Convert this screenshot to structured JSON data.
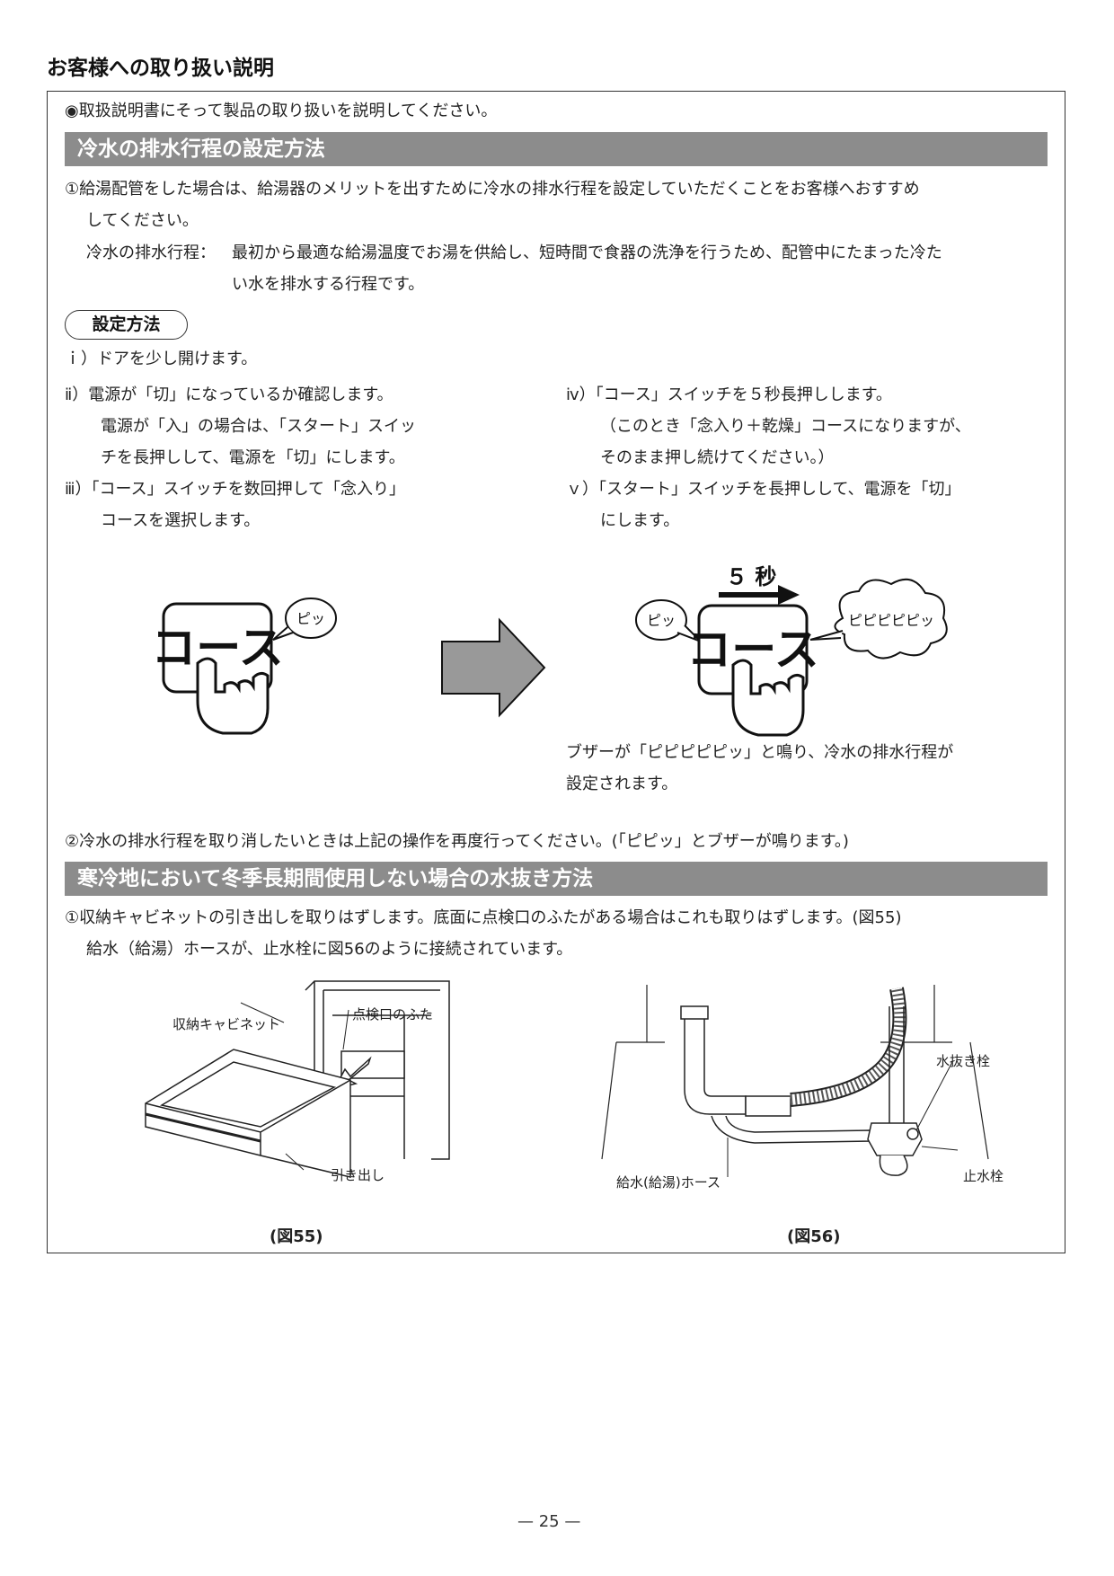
{
  "page_title": "お客様への取り扱い説明",
  "intro": "◉取扱説明書にそって製品の取り扱いを説明してください。",
  "section1": {
    "heading": "冷水の排水行程の設定方法",
    "item1_line1": "①給湯配管をした場合は、給湯器のメリットを出すために冷水の排水行程を設定していただくことをお客様へおすすめ",
    "item1_line2": "してください。",
    "def_term": "冷水の排水行程：",
    "def_line1": "最初から最適な給湯温度でお湯を供給し、短時間で食器の洗浄を行うため、配管中にたまった冷た",
    "def_line2": "い水を排水する行程です。",
    "method_label": "設定方法",
    "steps": {
      "s1": "ｉ）ドアを少し開けます。",
      "s2_l1": "ⅱ）電源が「切」になっているか確認します。",
      "s2_l2": "電源が「入」の場合は、「スタート」スイッ",
      "s2_l3": "チを長押しして、電源を「切」にします。",
      "s3_l1": "ⅲ）「コース」スイッチを数回押して「念入り」",
      "s3_l2": "コースを選択します。",
      "s4_l1": "ⅳ）「コース」スイッチを５秒長押しします。",
      "s4_l2": "（このとき「念入り＋乾燥」コースになりますが、",
      "s4_l3": "そのまま押し続けてください。）",
      "s5_l1": "ｖ）「スタート」スイッチを長押しして、電源を「切」",
      "s5_l2": "にします。"
    },
    "illustration": {
      "button_label": "コース",
      "beep_short": "ピッ",
      "beep_long": "ピピピピピッ",
      "hold_time": "５ 秒",
      "caption_l1": "ブザーが「ピピピピピッ」と鳴り、冷水の排水行程が",
      "caption_l2": "設定されます。"
    },
    "item2": "②冷水の排水行程を取り消したいときは上記の操作を再度行ってください。(「ピピッ」とブザーが鳴ります。)"
  },
  "section2": {
    "heading": "寒冷地において冬季長期間使用しない場合の水抜き方法",
    "item1_line1": "①収納キャビネットの引き出しを取りはずします。底面に点検口のふたがある場合はこれも取りはずします。(図55)",
    "item1_line2": "給水（給湯）ホースが、止水栓に図56のように接続されています。",
    "fig55": {
      "label_cabinet": "収納キャビネット",
      "label_cover": "点検口のふた",
      "label_drawer": "引き出し",
      "caption": "(図55)"
    },
    "fig56": {
      "label_drain_plug": "水抜き栓",
      "label_hose": "給水(給湯)ホース",
      "label_stop_valve": "止水栓",
      "caption": "(図56)"
    }
  },
  "page_number": "— 25 —"
}
